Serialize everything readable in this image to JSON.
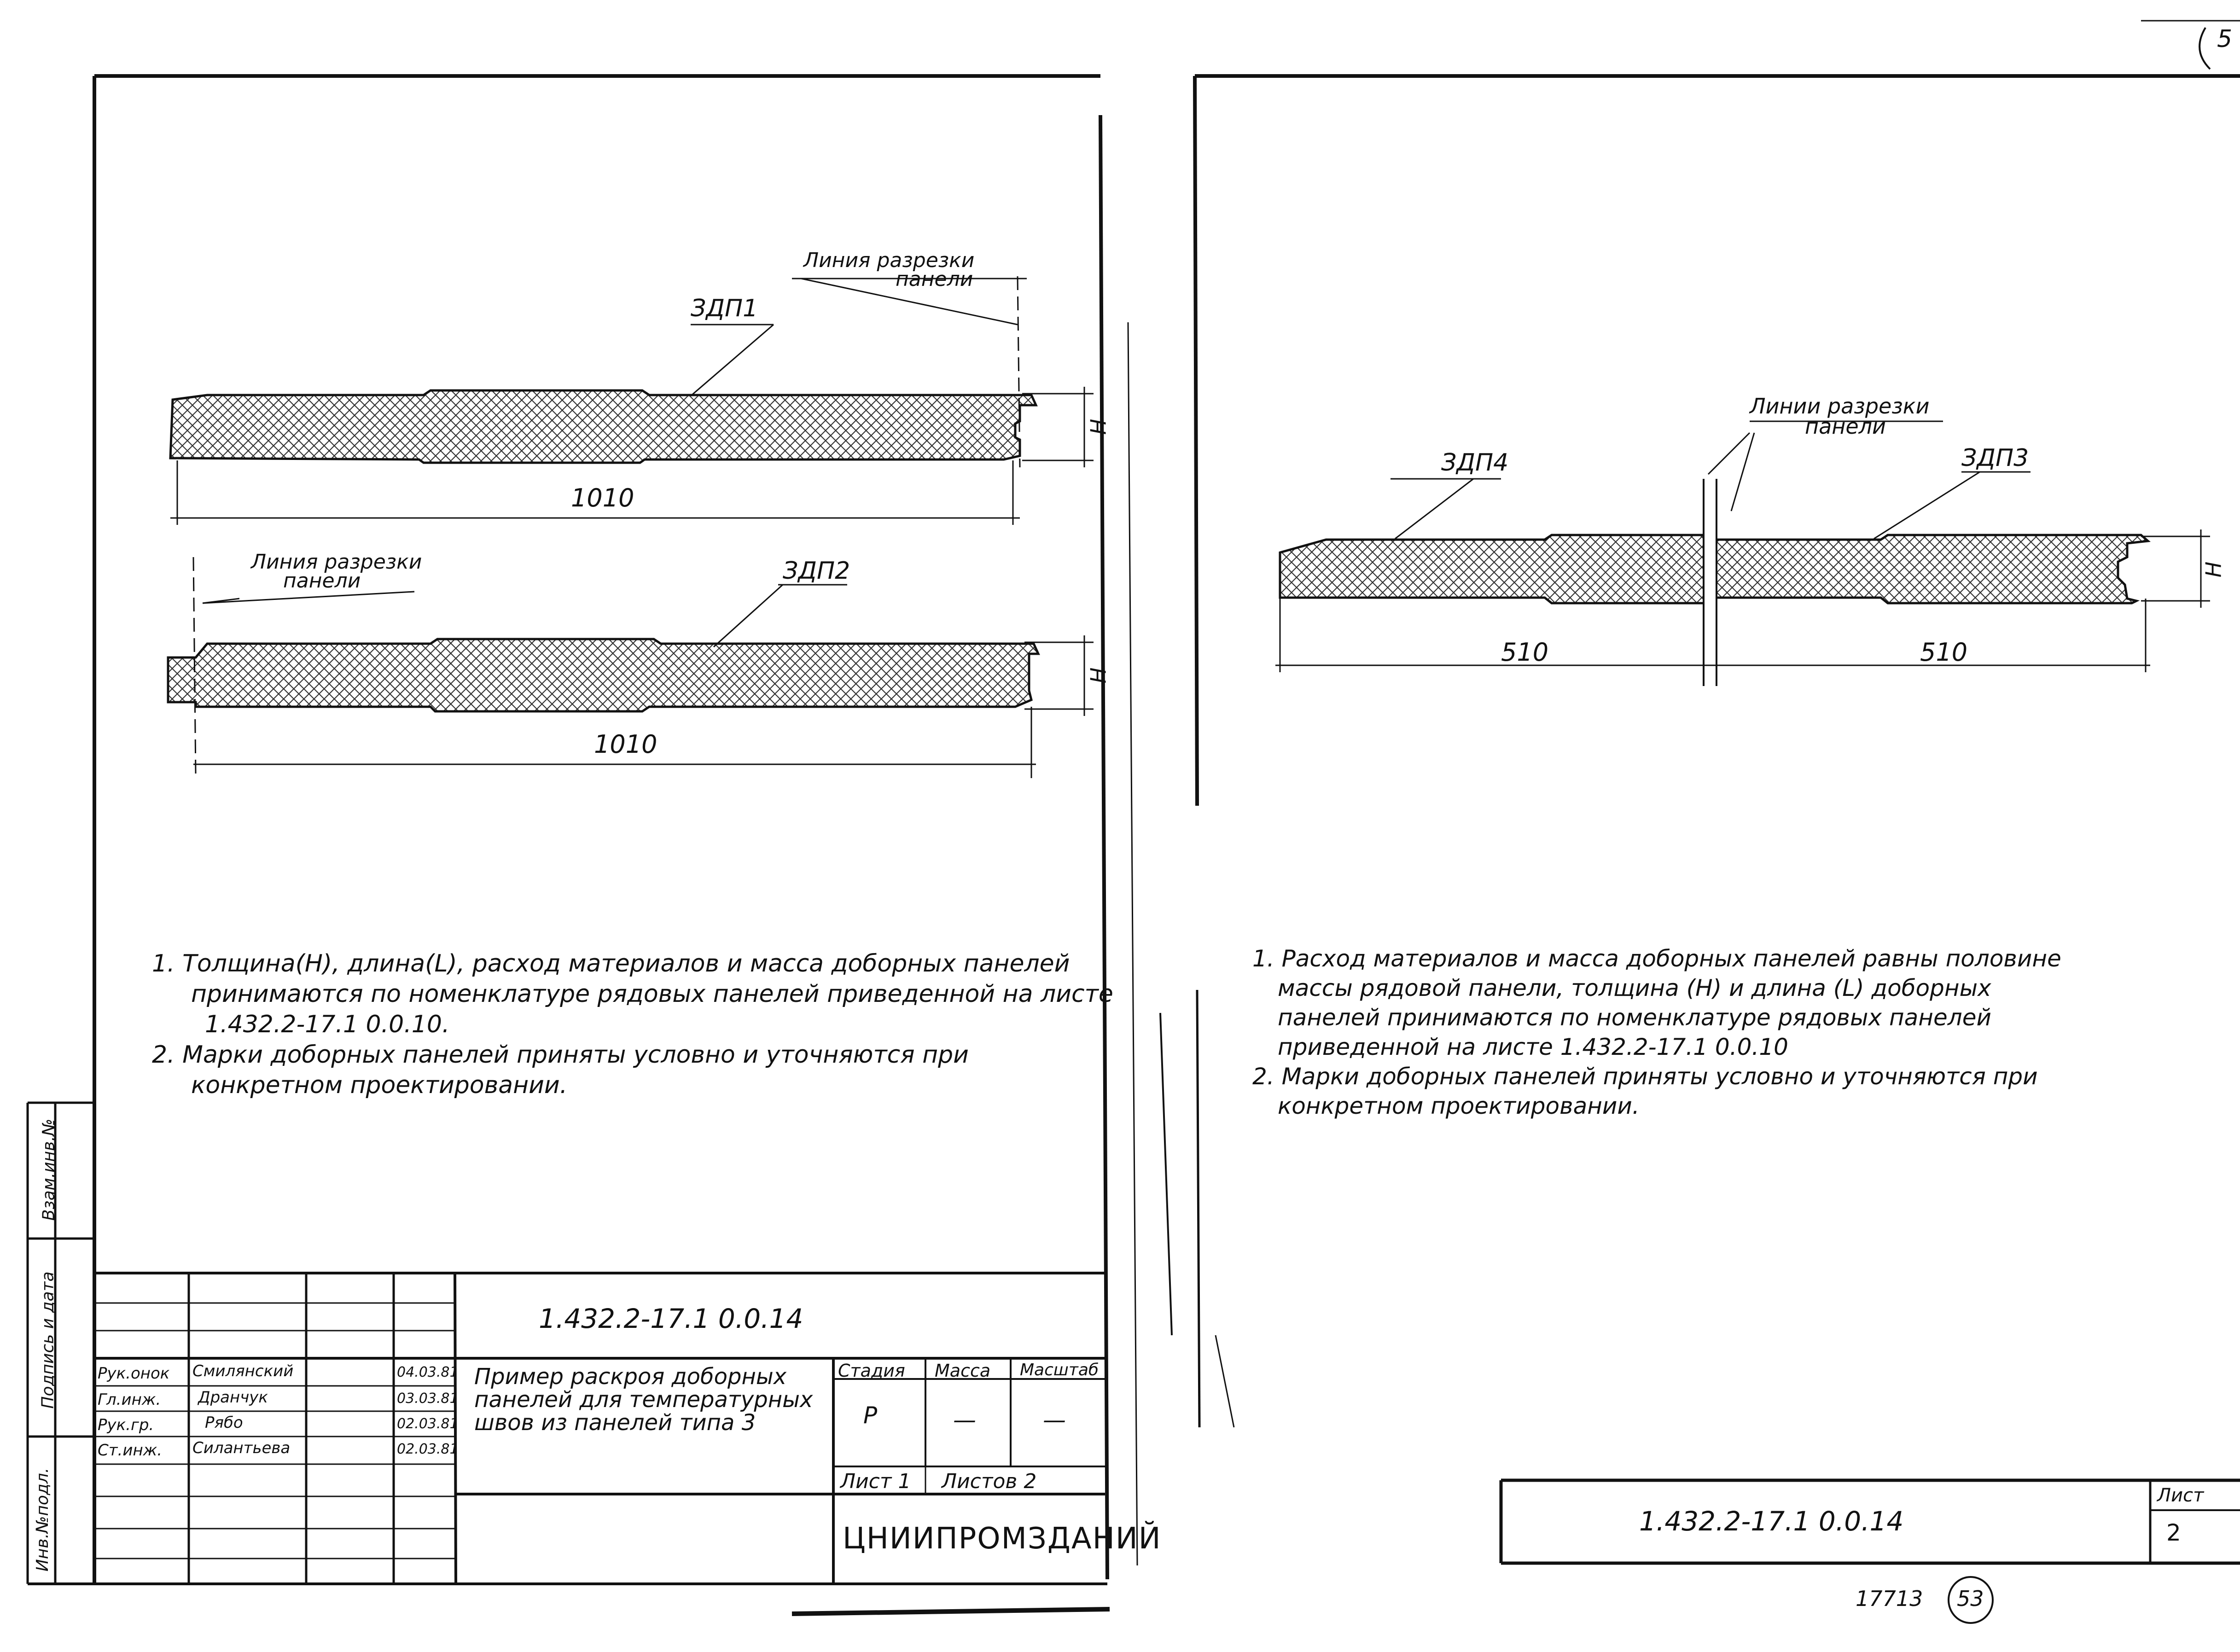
{
  "page_number_corner": "5",
  "left_sheet": {
    "panel1": {
      "mark": "ЗДП1",
      "cut_label": [
        "Линия разрезки",
        "панели"
      ],
      "height_label": "Н",
      "length": "1010"
    },
    "panel2": {
      "mark": "ЗДП2",
      "cut_label": [
        "Линия разрезки",
        "панели"
      ],
      "height_label": "Н",
      "length": "1010"
    },
    "notes": [
      "1. Толщина(Н), длина(L), расход материалов и масса доборных панелей",
      "принимаются по номенклатуре рядовых панелей приведенной на листе",
      "1.432.2-17.1 0.0.10.",
      "2. Марки доборных панелей приняты условно и уточняются при",
      "конкретном проектировании."
    ],
    "side_stamp": [
      "Инв.№подл.",
      "Подпись и дата",
      "Взам.инв.№"
    ],
    "title_block": {
      "code": "1.432.2-17.1 0.0.14",
      "people": [
        {
          "role": "Рук.онок",
          "name": "Смилянский",
          "date": "04.03.81"
        },
        {
          "role": "Гл.инж.",
          "name": "Дранчук",
          "date": "03.03.81"
        },
        {
          "role": "Рук.гр.",
          "name": "Рябо",
          "date": "02.03.81"
        },
        {
          "role": "Ст.инж.",
          "name": "Силантьева",
          "date": "02.03.81"
        }
      ],
      "title_lines": [
        "Пример раскроя доборных",
        "панелей для температурных",
        "швов из панелей типа 3"
      ],
      "headers": {
        "stage": "Стадия",
        "mass": "Масса",
        "scale": "Масштаб"
      },
      "values": {
        "stage": "Р",
        "mass": "—",
        "scale": "—"
      },
      "sheet": "Лист 1",
      "sheets": "Листов 2",
      "org": "ЦНИИПРОМЗДАНИЙ"
    }
  },
  "right_sheet": {
    "cut_label": [
      "Линии разрезки",
      "панели"
    ],
    "mark_left": "ЗДП4",
    "mark_right": "ЗДП3",
    "height_label": "Н",
    "length_left": "510",
    "length_right": "510",
    "notes": [
      "1. Расход материалов и масса доборных панелей равны половине",
      "массы рядовой панели, толщина (Н) и длина (L) доборных",
      "панелей принимаются по номенклатуре рядовых панелей",
      "приведенной на листе 1.432.2-17.1 0.0.10",
      "2.  Марки доборных панелей приняты условно и уточняются при",
      "конкретном проектировании."
    ],
    "title_block": {
      "code": "1.432.2-17.1 0.0.14",
      "sheet_label": "Лист",
      "sheet_no": "2"
    },
    "inventory_no": "17713",
    "circled_no": "53"
  }
}
